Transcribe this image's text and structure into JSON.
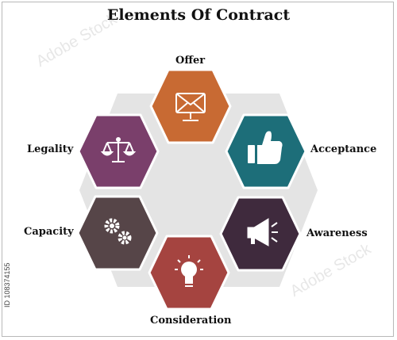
{
  "title": "Elements Of Contract",
  "elements": [
    {
      "label": "Offer",
      "icon": "monitor-mail-icon",
      "color": "#c86a33"
    },
    {
      "label": "Acceptance",
      "icon": "thumbs-up-icon",
      "color": "#1d6e79"
    },
    {
      "label": "Awareness",
      "icon": "megaphone-icon",
      "color": "#3f2a3d"
    },
    {
      "label": "Consideration",
      "icon": "lightbulb-icon",
      "color": "#a54440"
    },
    {
      "label": "Capacity",
      "icon": "gears-icon",
      "color": "#564548"
    },
    {
      "label": "Legality",
      "icon": "scales-icon",
      "color": "#7a3f6b"
    }
  ],
  "background_hex_color": "#e4e4e4",
  "side_text": "ID 108374155",
  "watermark": "Adobe Stock"
}
